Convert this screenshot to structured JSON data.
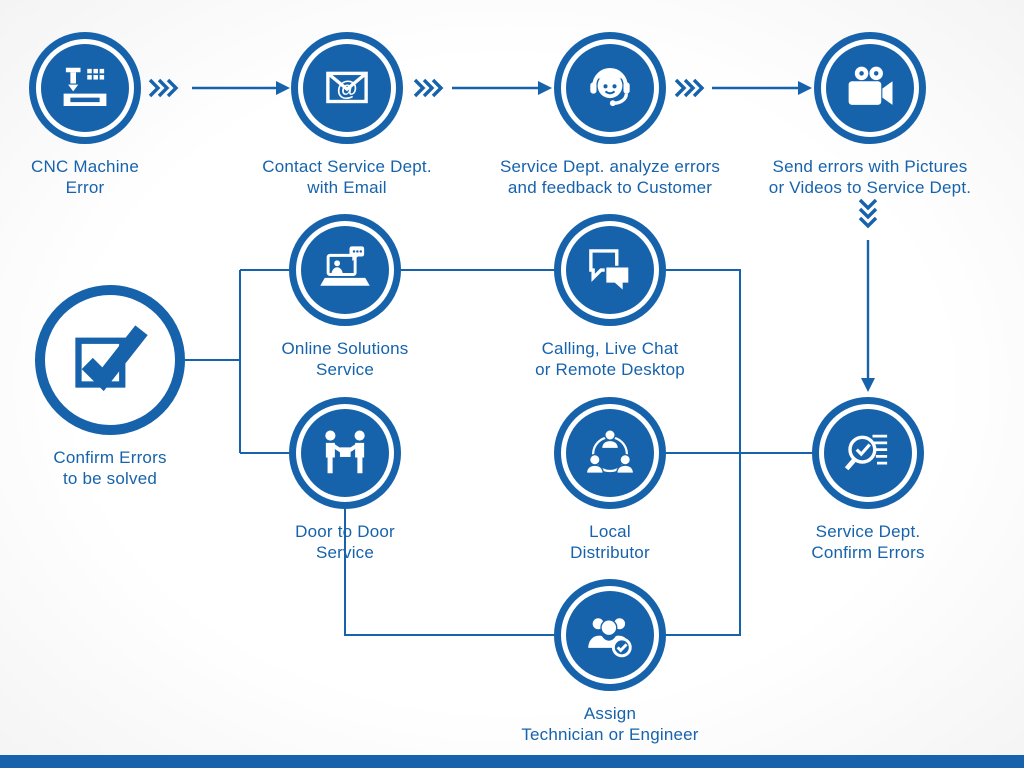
{
  "colors": {
    "primary": "#1663ac",
    "background": "#ffffff"
  },
  "icons": {
    "cnc": "cnc-machine-icon",
    "email": "email-envelope-icon",
    "analyze": "support-agent-icon",
    "send": "video-camera-icon",
    "confirm_solved": "checkbox-check-icon",
    "online": "laptop-support-icon",
    "chat": "chat-bubbles-icon",
    "door": "handover-people-icon",
    "distributor": "people-network-icon",
    "confirm_errors": "magnifier-check-icon",
    "assign": "team-check-icon"
  },
  "nodes": {
    "cnc": {
      "line1": "CNC Machine",
      "line2": "Error"
    },
    "email": {
      "line1": "Contact Service Dept.",
      "line2": "with Email"
    },
    "analyze": {
      "line1": "Service Dept. analyze errors",
      "line2": "and feedback to Customer"
    },
    "send": {
      "line1": "Send errors with Pictures",
      "line2": "or Videos to Service Dept."
    },
    "confirm_solved": {
      "line1": "Confirm Errors",
      "line2": "to be solved"
    },
    "online": {
      "line1": "Online Solutions",
      "line2": "Service"
    },
    "chat": {
      "line1": "Calling, Live Chat",
      "line2": "or Remote Desktop"
    },
    "door": {
      "line1": "Door to Door",
      "line2": "Service"
    },
    "distributor": {
      "line1": "Local",
      "line2": "Distributor"
    },
    "confirm_errors": {
      "line1": "Service Dept.",
      "line2": "Confirm Errors"
    },
    "assign": {
      "line1": "Assign",
      "line2": "Technician or Engineer"
    }
  }
}
